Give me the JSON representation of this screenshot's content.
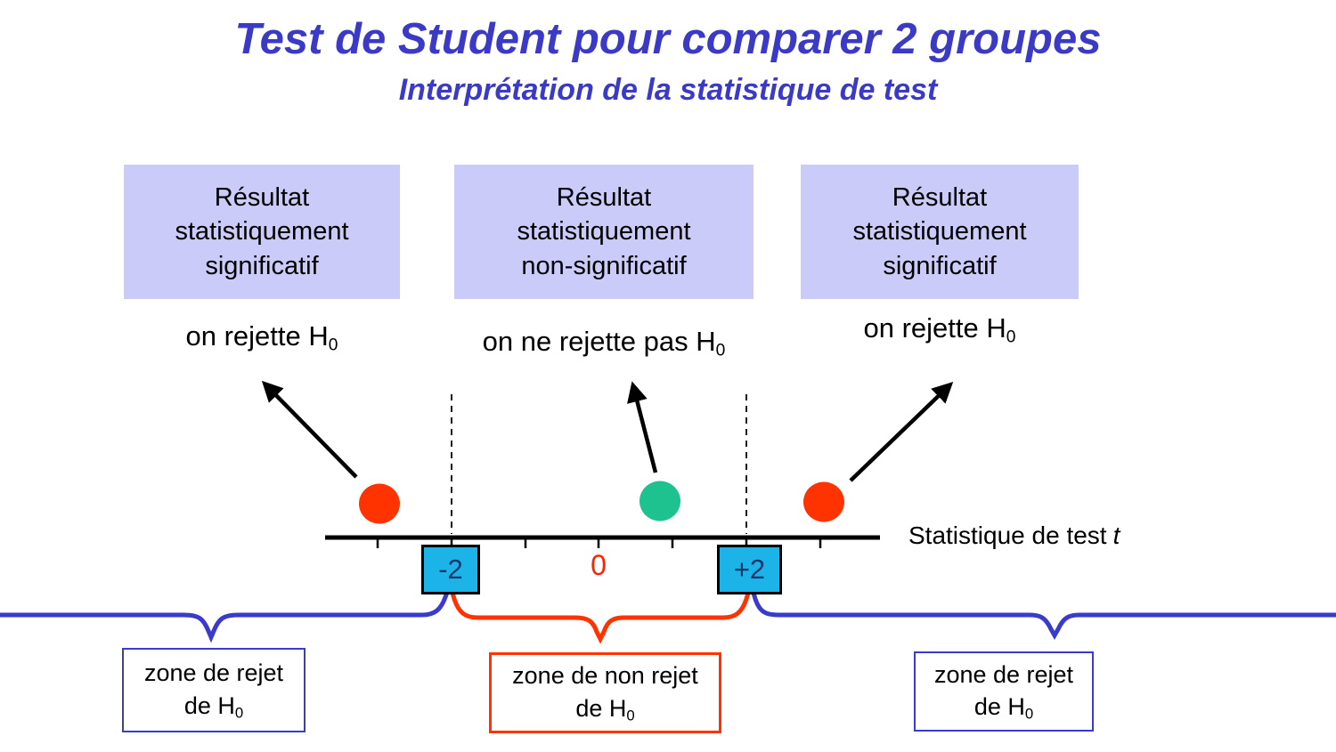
{
  "title": "Test de Student pour comparer 2 groupes",
  "subtitle": "Interprétation de la statistique de test",
  "results": [
    {
      "box_lines": [
        "Résultat",
        "statistiquement",
        "significatif"
      ],
      "conclusion": {
        "text": "on rejette H",
        "sub": "0"
      }
    },
    {
      "box_lines": [
        "Résultat",
        "statistiquement",
        "non-significatif"
      ],
      "conclusion": {
        "text": "on ne rejette pas H",
        "sub": "0"
      }
    },
    {
      "box_lines": [
        "Résultat",
        "statistiquement",
        "significatif"
      ],
      "conclusion": {
        "text": "on rejette H",
        "sub": "0"
      }
    }
  ],
  "axis": {
    "label": "Statistique de test",
    "label_var": "t",
    "left_bound": "-2",
    "center": "0",
    "right_bound": "+2"
  },
  "points": [
    {
      "name": "significant-left",
      "color": "#FF3300"
    },
    {
      "name": "non-significant-center",
      "color": "#1EC28E"
    },
    {
      "name": "significant-right",
      "color": "#FF3300"
    }
  ],
  "braces": [
    {
      "name": "reject-left",
      "color": "#3A3ACC"
    },
    {
      "name": "non-reject-center",
      "color": "#FF3300"
    },
    {
      "name": "reject-right",
      "color": "#3A3ACC"
    }
  ],
  "zones": [
    {
      "line1": "zone de rejet",
      "line2": "de H",
      "sub": "0"
    },
    {
      "line1": "zone de non rejet",
      "line2": "de H",
      "sub": "0"
    },
    {
      "line1": "zone de rejet",
      "line2": "de H",
      "sub": "0"
    }
  ],
  "colors": {
    "title_blue": "#3A3AC6",
    "result_box_bg": "#CBCBF9",
    "tick_box_cyan": "#1CB4E8",
    "tick_box_text": "#17356B",
    "zero_red": "#FF2200",
    "red_orange": "#FF3300",
    "teal_green": "#1EC28E",
    "brace_blue": "#3A3ACC",
    "black": "#000000"
  }
}
